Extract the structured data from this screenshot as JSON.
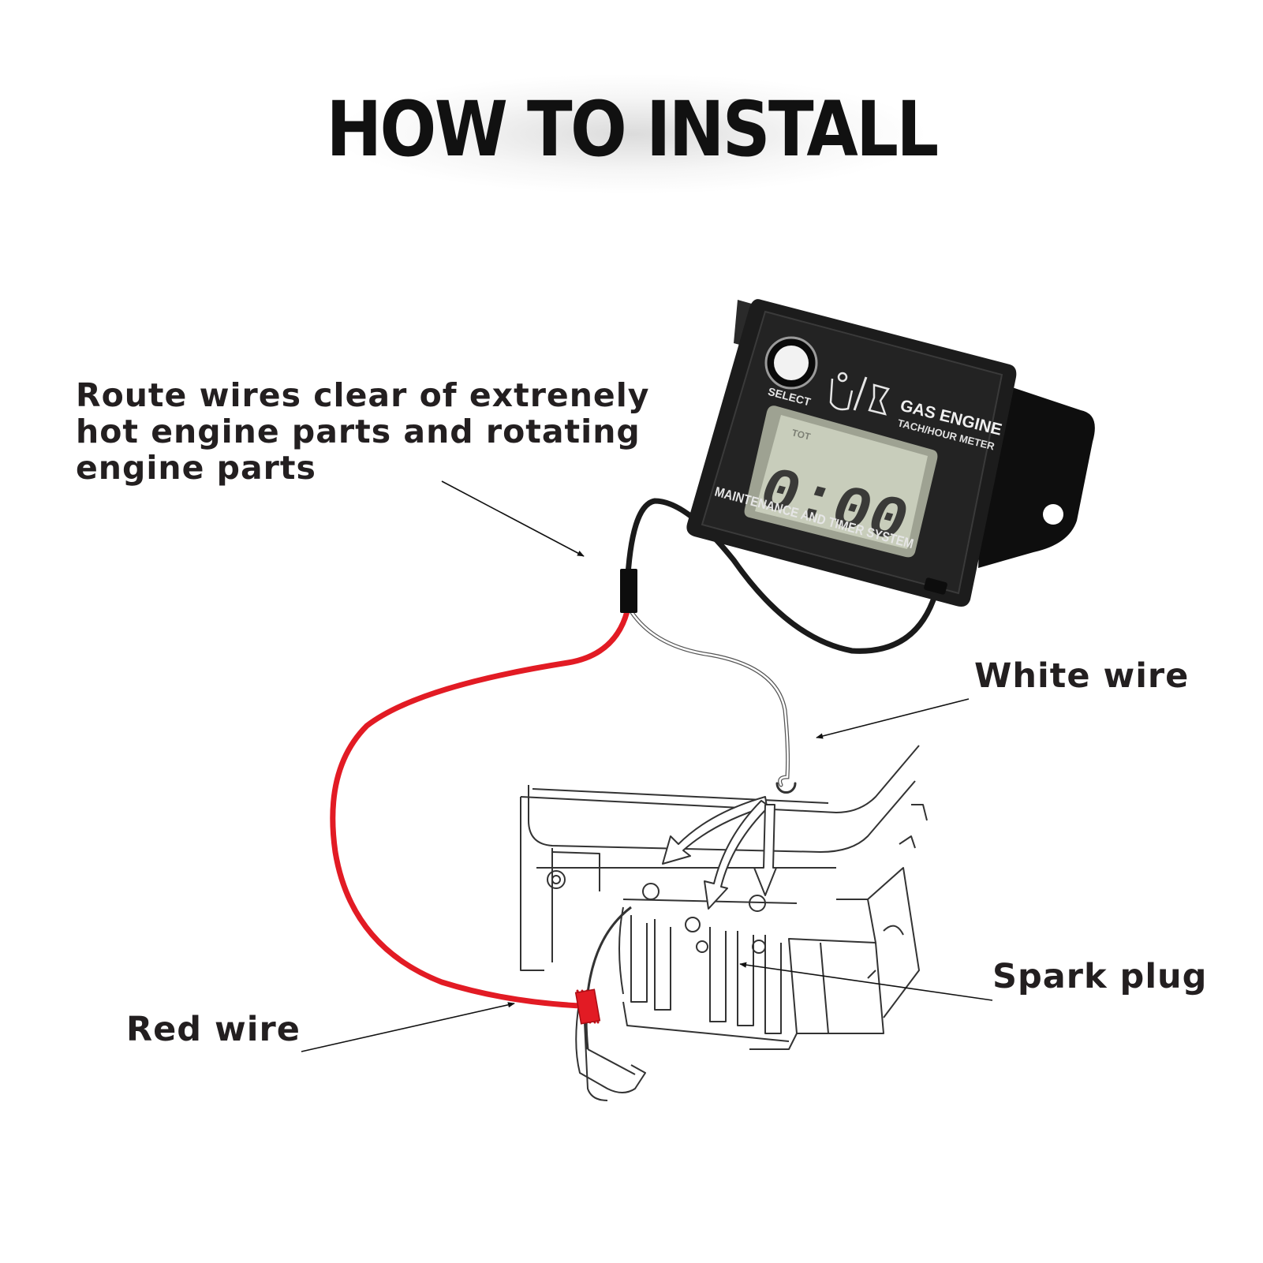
{
  "title": "HOW TO INSTALL",
  "callouts": {
    "route_lines": [
      "Route wires clear of extrenely",
      "hot engine parts and rotating",
      "engine parts"
    ],
    "white_wire": "White wire",
    "spark_plug": "Spark plug",
    "red_wire": "Red wire"
  },
  "meter": {
    "button_label": "SELECT",
    "brand_line1": "GAS ENGINE",
    "brand_line2": "TACH/HOUR METER",
    "display_indicator": "TOT",
    "display_reading": "0:00",
    "footer": "MAINTENANCE AND TIMER SYSTEM",
    "icons": [
      "engine-icon",
      "hourglass-icon"
    ]
  },
  "colors": {
    "red_wire": "#e21b24",
    "black_wire": "#1a1a1a",
    "white_wire": "#ffffff",
    "meter_body": "#1c1c1c",
    "lcd": "#c8cdbb"
  }
}
